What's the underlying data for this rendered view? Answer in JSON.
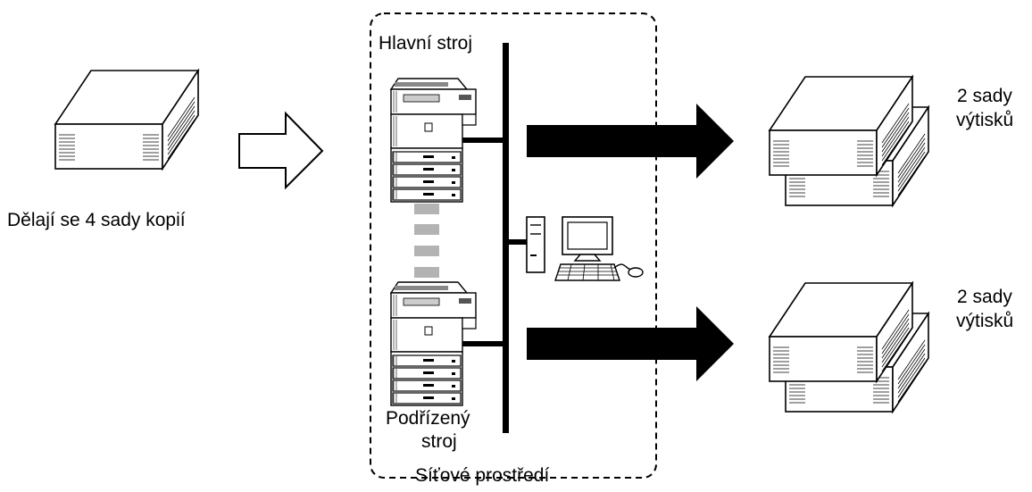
{
  "labels": {
    "source": "Dělají se 4 sady kopií",
    "main_machine": "Hlavní stroj",
    "sub_machine_line1": "Podřízený",
    "sub_machine_line2": "stroj",
    "network": "Síťové prostředí",
    "output_top_line1": "2 sady",
    "output_top_line2": "výtisků",
    "output_bottom_line1": "2 sady",
    "output_bottom_line2": "výtisků"
  },
  "icons": {
    "source_stack": "paper-stack-icon",
    "flow_arrow": "outline-arrow-icon",
    "main_copier": "copier-icon",
    "sub_copier": "copier-icon",
    "computer": "computer-icon",
    "output_arrow": "solid-arrow-icon",
    "output_stack": "paper-stack-icon"
  }
}
